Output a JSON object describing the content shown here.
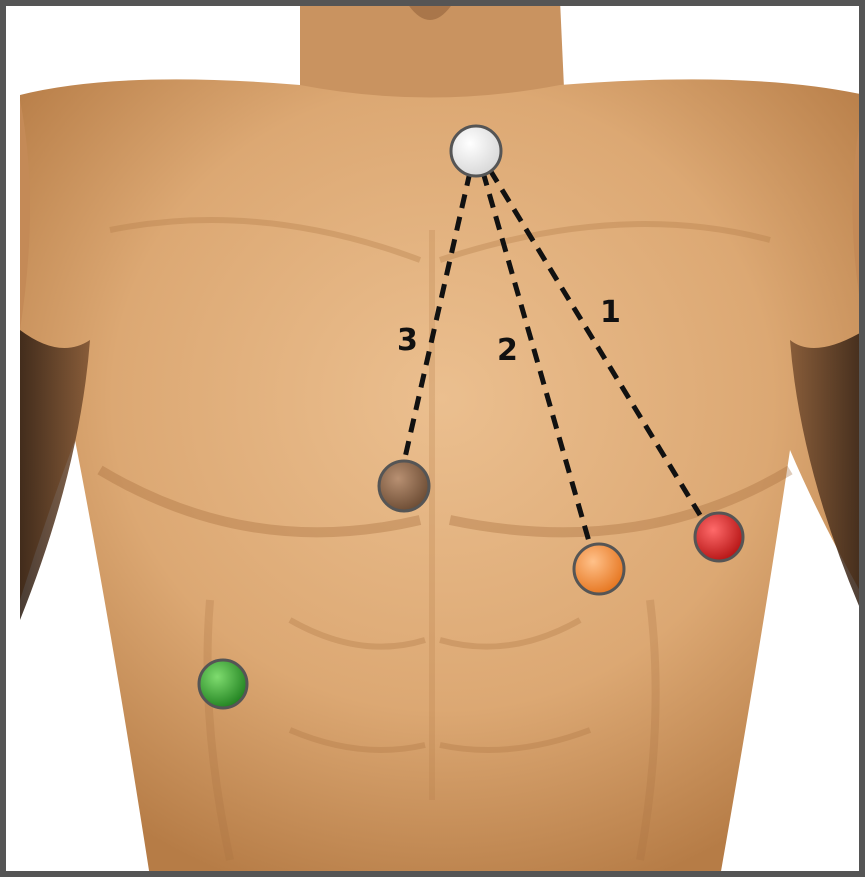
{
  "leads": [
    {
      "label": "1",
      "to": "red-electrode"
    },
    {
      "label": "2",
      "to": "orange-electrode"
    },
    {
      "label": "3",
      "to": "brown-electrode"
    }
  ],
  "electrodes": [
    {
      "name": "white-electrode",
      "color": "#f2f2f2"
    },
    {
      "name": "red-electrode",
      "color": "#d81e1e"
    },
    {
      "name": "orange-electrode",
      "color": "#f28a2e"
    },
    {
      "name": "brown-electrode",
      "color": "#8a6a4e"
    },
    {
      "name": "green-electrode",
      "color": "#2f9a2f"
    }
  ],
  "colors": {
    "frame": "#555555",
    "skin_light": "#e7b886",
    "skin_mid": "#d79f6a",
    "skin_dark": "#a8713f",
    "lead_line": "#111111"
  }
}
